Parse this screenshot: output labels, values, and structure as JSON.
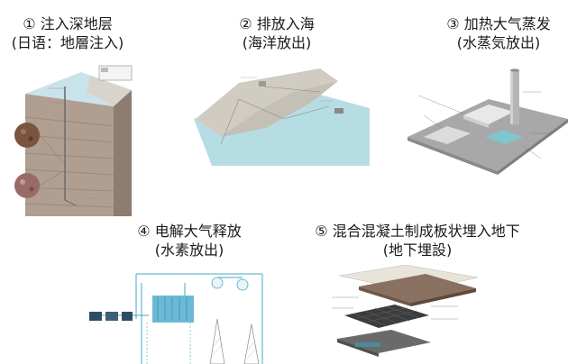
{
  "panels": [
    {
      "title": "① 注入深地层",
      "subtitle": "(日语：地層注入)"
    },
    {
      "title": "② 排放入海",
      "subtitle": "(海洋放出)"
    },
    {
      "title": "③ 加热大气蒸发",
      "subtitle": "(水蒸気放出)"
    },
    {
      "title": "④ 电解大气释放",
      "subtitle": "(水素放出)"
    },
    {
      "title": "⑤ 混合混凝土制成板状埋入地下",
      "subtitle": "(地下埋設)"
    }
  ]
}
